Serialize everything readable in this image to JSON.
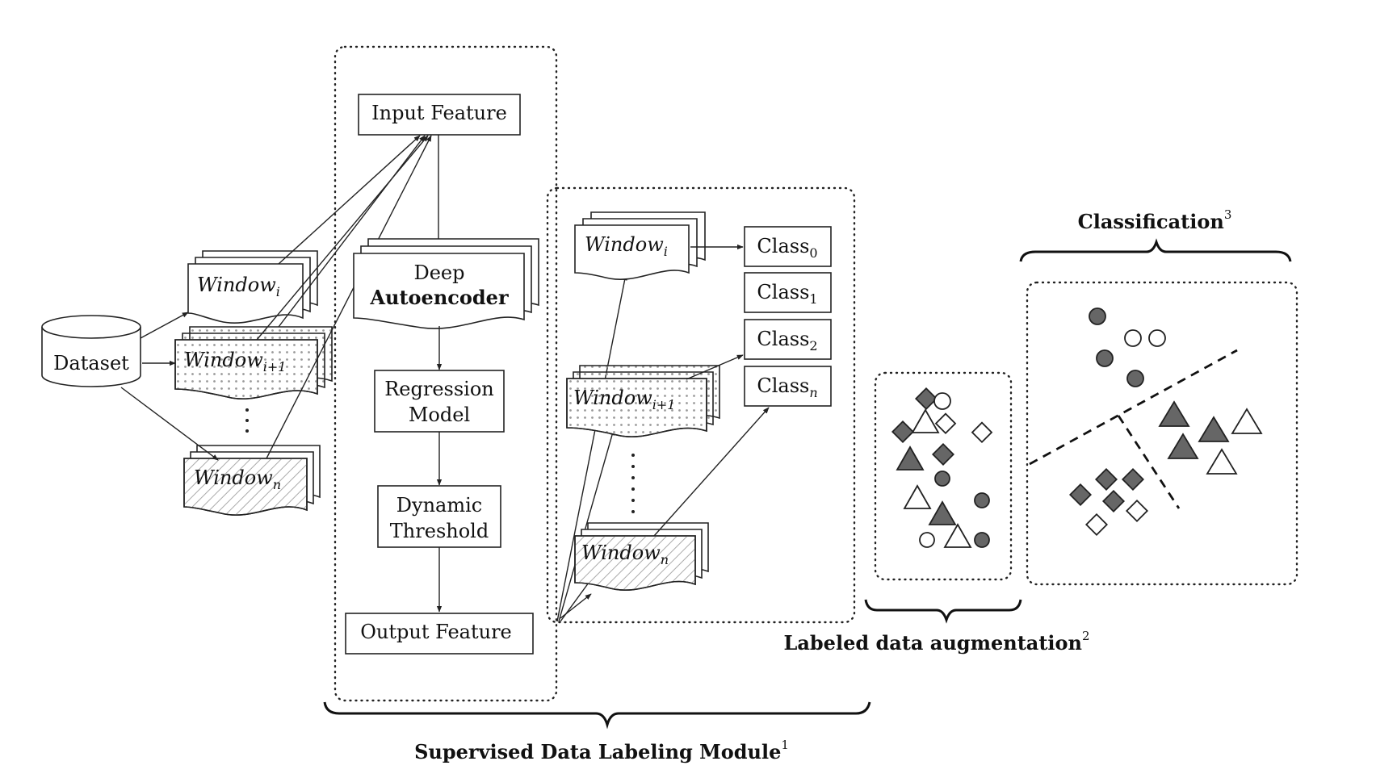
{
  "dataset": {
    "label": "Dataset"
  },
  "windows_left": [
    {
      "name": "Window",
      "sub": "i"
    },
    {
      "name": "Window",
      "sub": "i+1"
    },
    {
      "name": "Window",
      "sub": "n"
    }
  ],
  "pipeline": {
    "input_feature": "Input Feature",
    "deep": "Deep",
    "autoencoder": "Autoencoder",
    "regression_line1": "Regression",
    "regression_line2": "Model",
    "threshold_line1": "Dynamic",
    "threshold_line2": "Threshold",
    "output_feature": "Output Feature"
  },
  "windows_right": [
    {
      "name": "Window",
      "sub": "i"
    },
    {
      "name": "Window",
      "sub": "i+1"
    },
    {
      "name": "Window",
      "sub": "n"
    }
  ],
  "classes": [
    {
      "name": "Class",
      "sub": "0"
    },
    {
      "name": "Class",
      "sub": "1"
    },
    {
      "name": "Class",
      "sub": "2"
    },
    {
      "name": "Class",
      "sub": "n"
    }
  ],
  "sections": {
    "module": {
      "label": "Supervised Data Labeling Module",
      "sup": "1"
    },
    "augmentation": {
      "label": "Labeled data augmentation",
      "sup": "2"
    },
    "classification": {
      "label": "Classification",
      "sup": "3"
    }
  }
}
